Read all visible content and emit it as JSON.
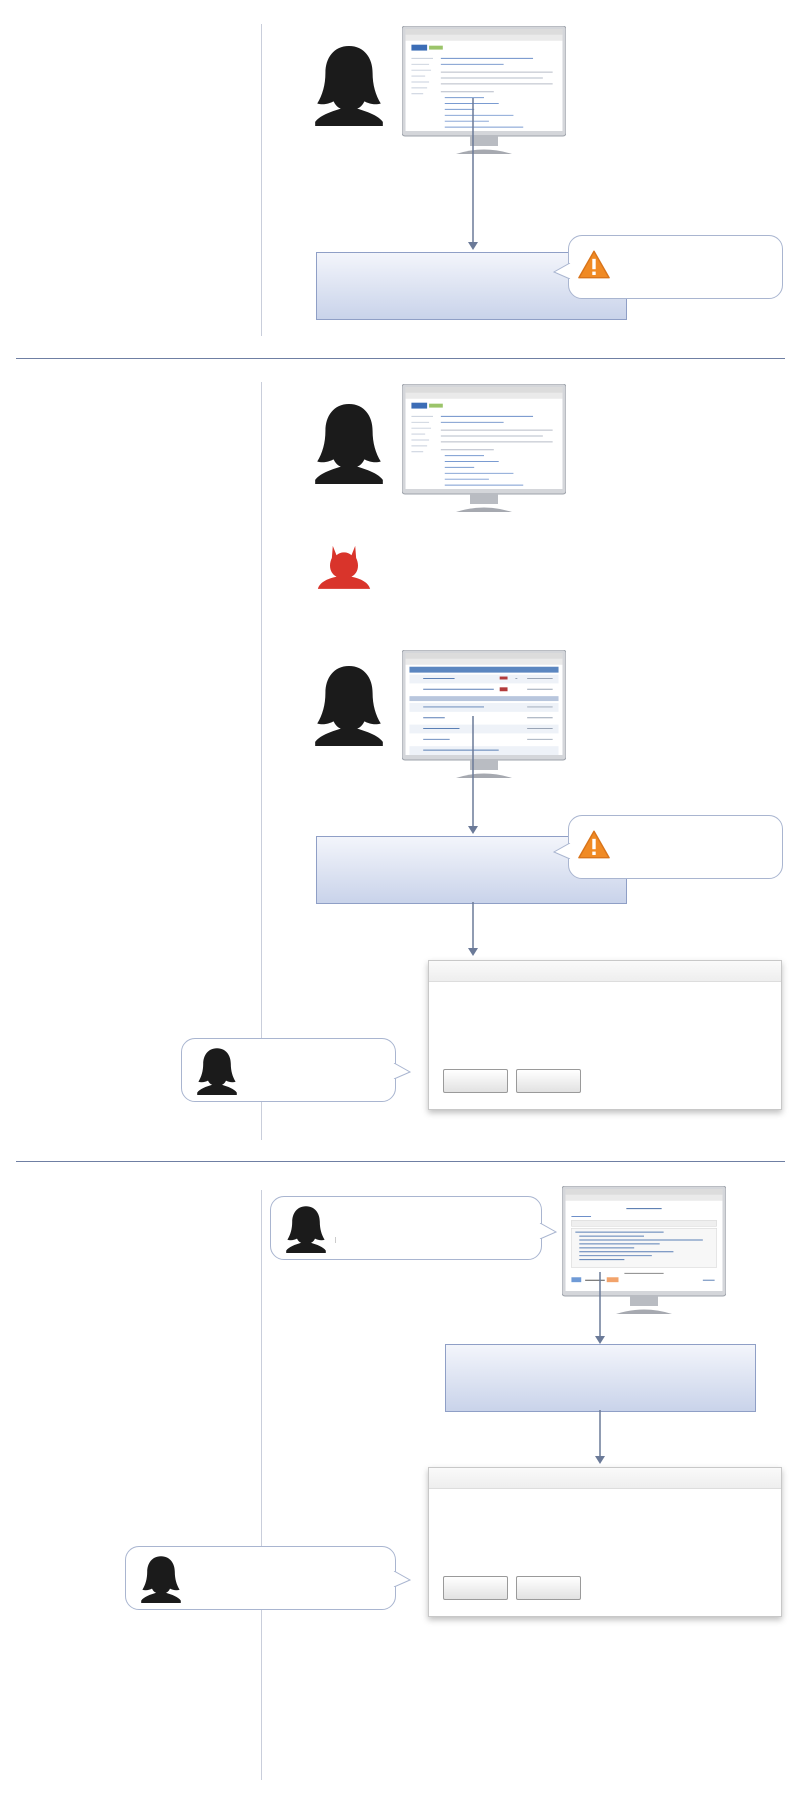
{
  "diagram": {
    "sections": [
      {
        "id": "scenario-1"
      },
      {
        "id": "scenario-2"
      },
      {
        "id": "scenario-3"
      }
    ],
    "icons": {
      "user": "woman-silhouette-icon",
      "attacker": "devil-icon",
      "warning": "warning-icon",
      "computer": "monitor-icon"
    },
    "colors": {
      "separator": "#6f7fa3",
      "lane_line": "#c9cedb",
      "arrow": "#6b7a98",
      "box_top": "#f3f5fb",
      "box_bottom": "#c9d3ea",
      "warning_orange": "#f08a24",
      "attacker_red": "#d9342b"
    }
  }
}
